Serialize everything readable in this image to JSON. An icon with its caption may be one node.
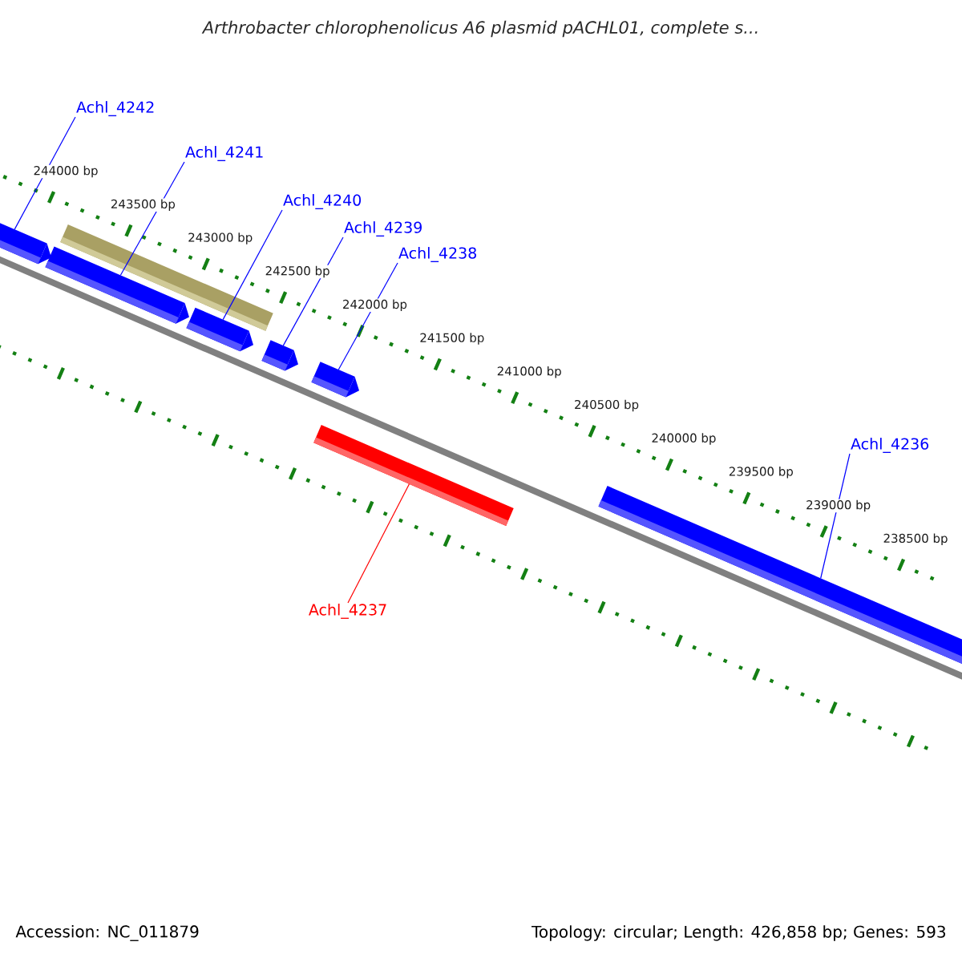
{
  "diagram": {
    "title": "Arthrobacter chlorophenolicus A6 plasmid pACHL01, complete s...",
    "nodes": [
      {
        "text": [
          "Achl_4242"
        ]
      },
      {
        "text": [
          "Achl_4241"
        ]
      },
      {
        "text": [
          "Achl_4240"
        ]
      },
      {
        "text": [
          "Achl_4239"
        ]
      },
      {
        "text": [
          "Achl_4238"
        ]
      },
      {
        "text": [
          "Achl_4236"
        ]
      },
      {
        "text": [
          "Achl_4237"
        ]
      },
      {
        "text": [],
        "shape": "bar"
      },
      {
        "text": [],
        "shape": "bar"
      },
      {
        "text": [],
        "shape": "bar"
      },
      {
        "text": [],
        "shape": "bar"
      },
      {
        "text": [],
        "shape": "bar"
      },
      {
        "text": [],
        "shape": "bar"
      },
      {
        "text": [],
        "shape": "bar"
      },
      {
        "text": [],
        "shape": "bar"
      }
    ],
    "edges": [
      {
        "from": 0,
        "to": 7,
        "arrow": "none"
      },
      {
        "from": 1,
        "to": 8,
        "arrow": "none"
      },
      {
        "from": 2,
        "to": 10,
        "arrow": "none"
      },
      {
        "from": 3,
        "to": 11,
        "arrow": "none"
      },
      {
        "from": 4,
        "to": 12,
        "arrow": "none"
      },
      {
        "from": 5,
        "to": 14,
        "arrow": "none"
      },
      {
        "from": 6,
        "to": 13,
        "arrow": "none",
        "color": "#ff0000"
      }
    ],
    "labels": [
      "244000 bp",
      "243500 bp",
      "243000 bp",
      "242500 bp",
      "242000 bp",
      "241500 bp",
      "241000 bp",
      "240500 bp",
      "240000 bp",
      "239500 bp",
      "239000 bp",
      "238500 bp",
      "Accession: NC_011879",
      "Topology: circular; Length: 426,858 bp; Genes: 593"
    ]
  }
}
